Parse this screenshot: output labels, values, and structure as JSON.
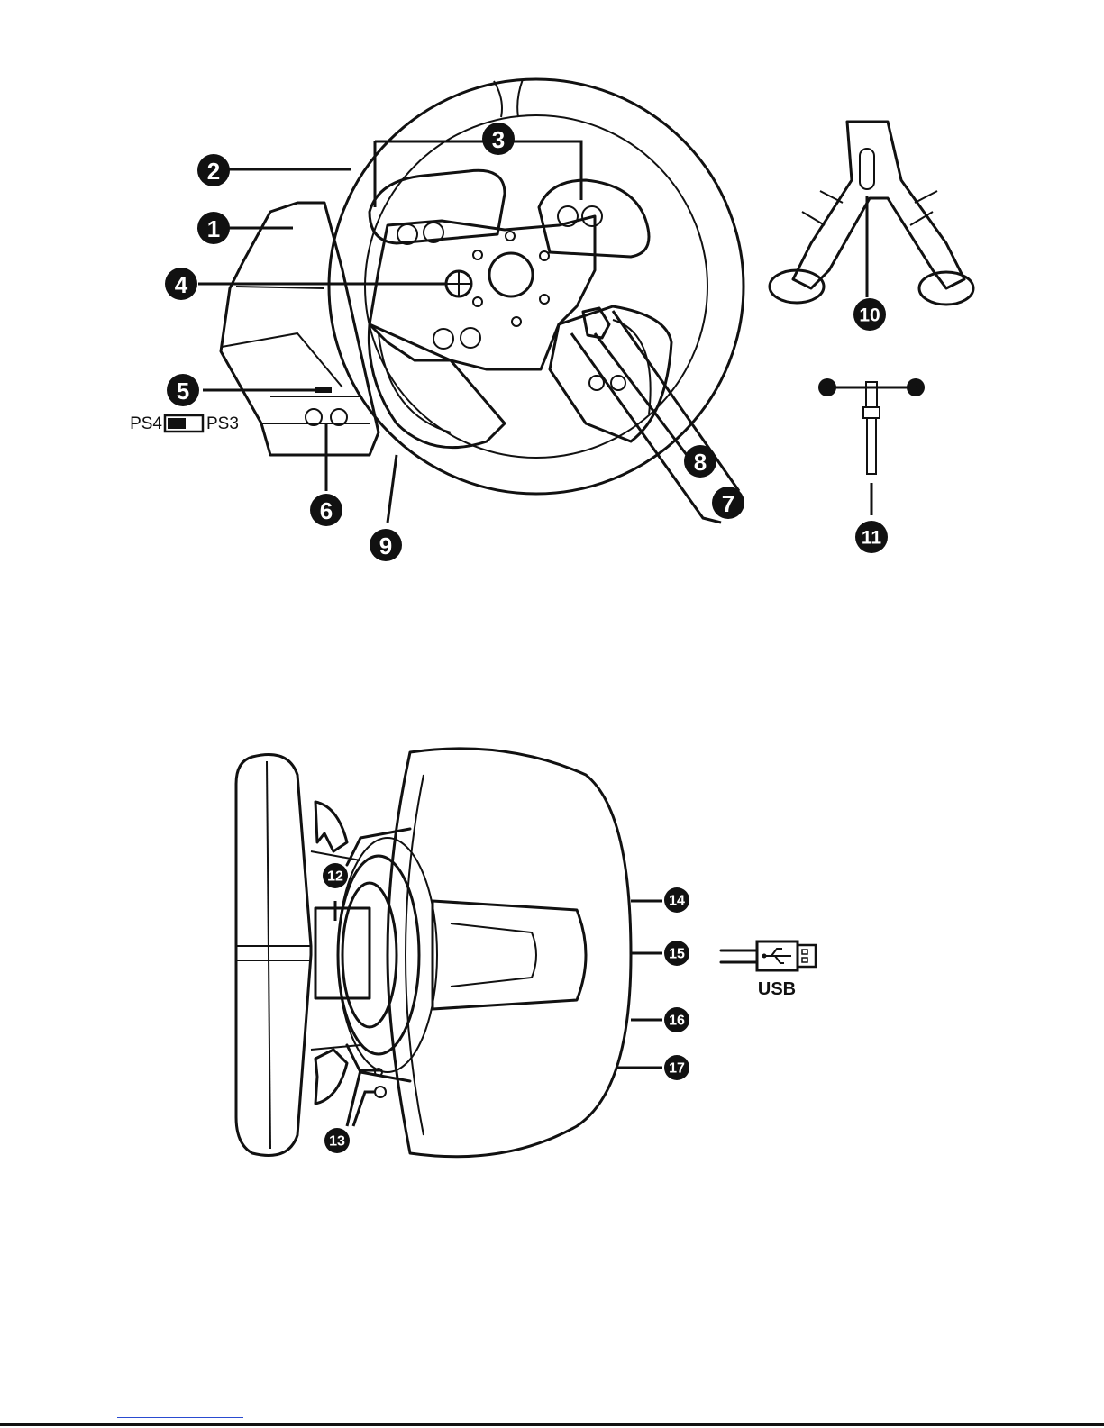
{
  "callouts": [
    {
      "id": "c1",
      "text": "1"
    },
    {
      "id": "c2",
      "text": "2"
    },
    {
      "id": "c3",
      "text": "3"
    },
    {
      "id": "c4",
      "text": "4"
    },
    {
      "id": "c5",
      "text": "5"
    },
    {
      "id": "c6",
      "text": "6"
    },
    {
      "id": "c7",
      "text": "7"
    },
    {
      "id": "c8",
      "text": "8"
    },
    {
      "id": "c9",
      "text": "9"
    },
    {
      "id": "c10",
      "text": "10"
    },
    {
      "id": "c11",
      "text": "11"
    },
    {
      "id": "c12",
      "text": "12"
    },
    {
      "id": "c13",
      "text": "13"
    },
    {
      "id": "c14",
      "text": "14"
    },
    {
      "id": "c15",
      "text": "15"
    },
    {
      "id": "c16",
      "text": "16"
    },
    {
      "id": "c17",
      "text": "17"
    }
  ],
  "mode_switch": {
    "left": "PS4",
    "right": "PS3"
  },
  "usb_label": "USB",
  "icons": {
    "usb": "usb-plug-icon"
  },
  "colors": {
    "ink": "#111111",
    "paper": "#ffffff",
    "link": "#2a4bd0"
  }
}
